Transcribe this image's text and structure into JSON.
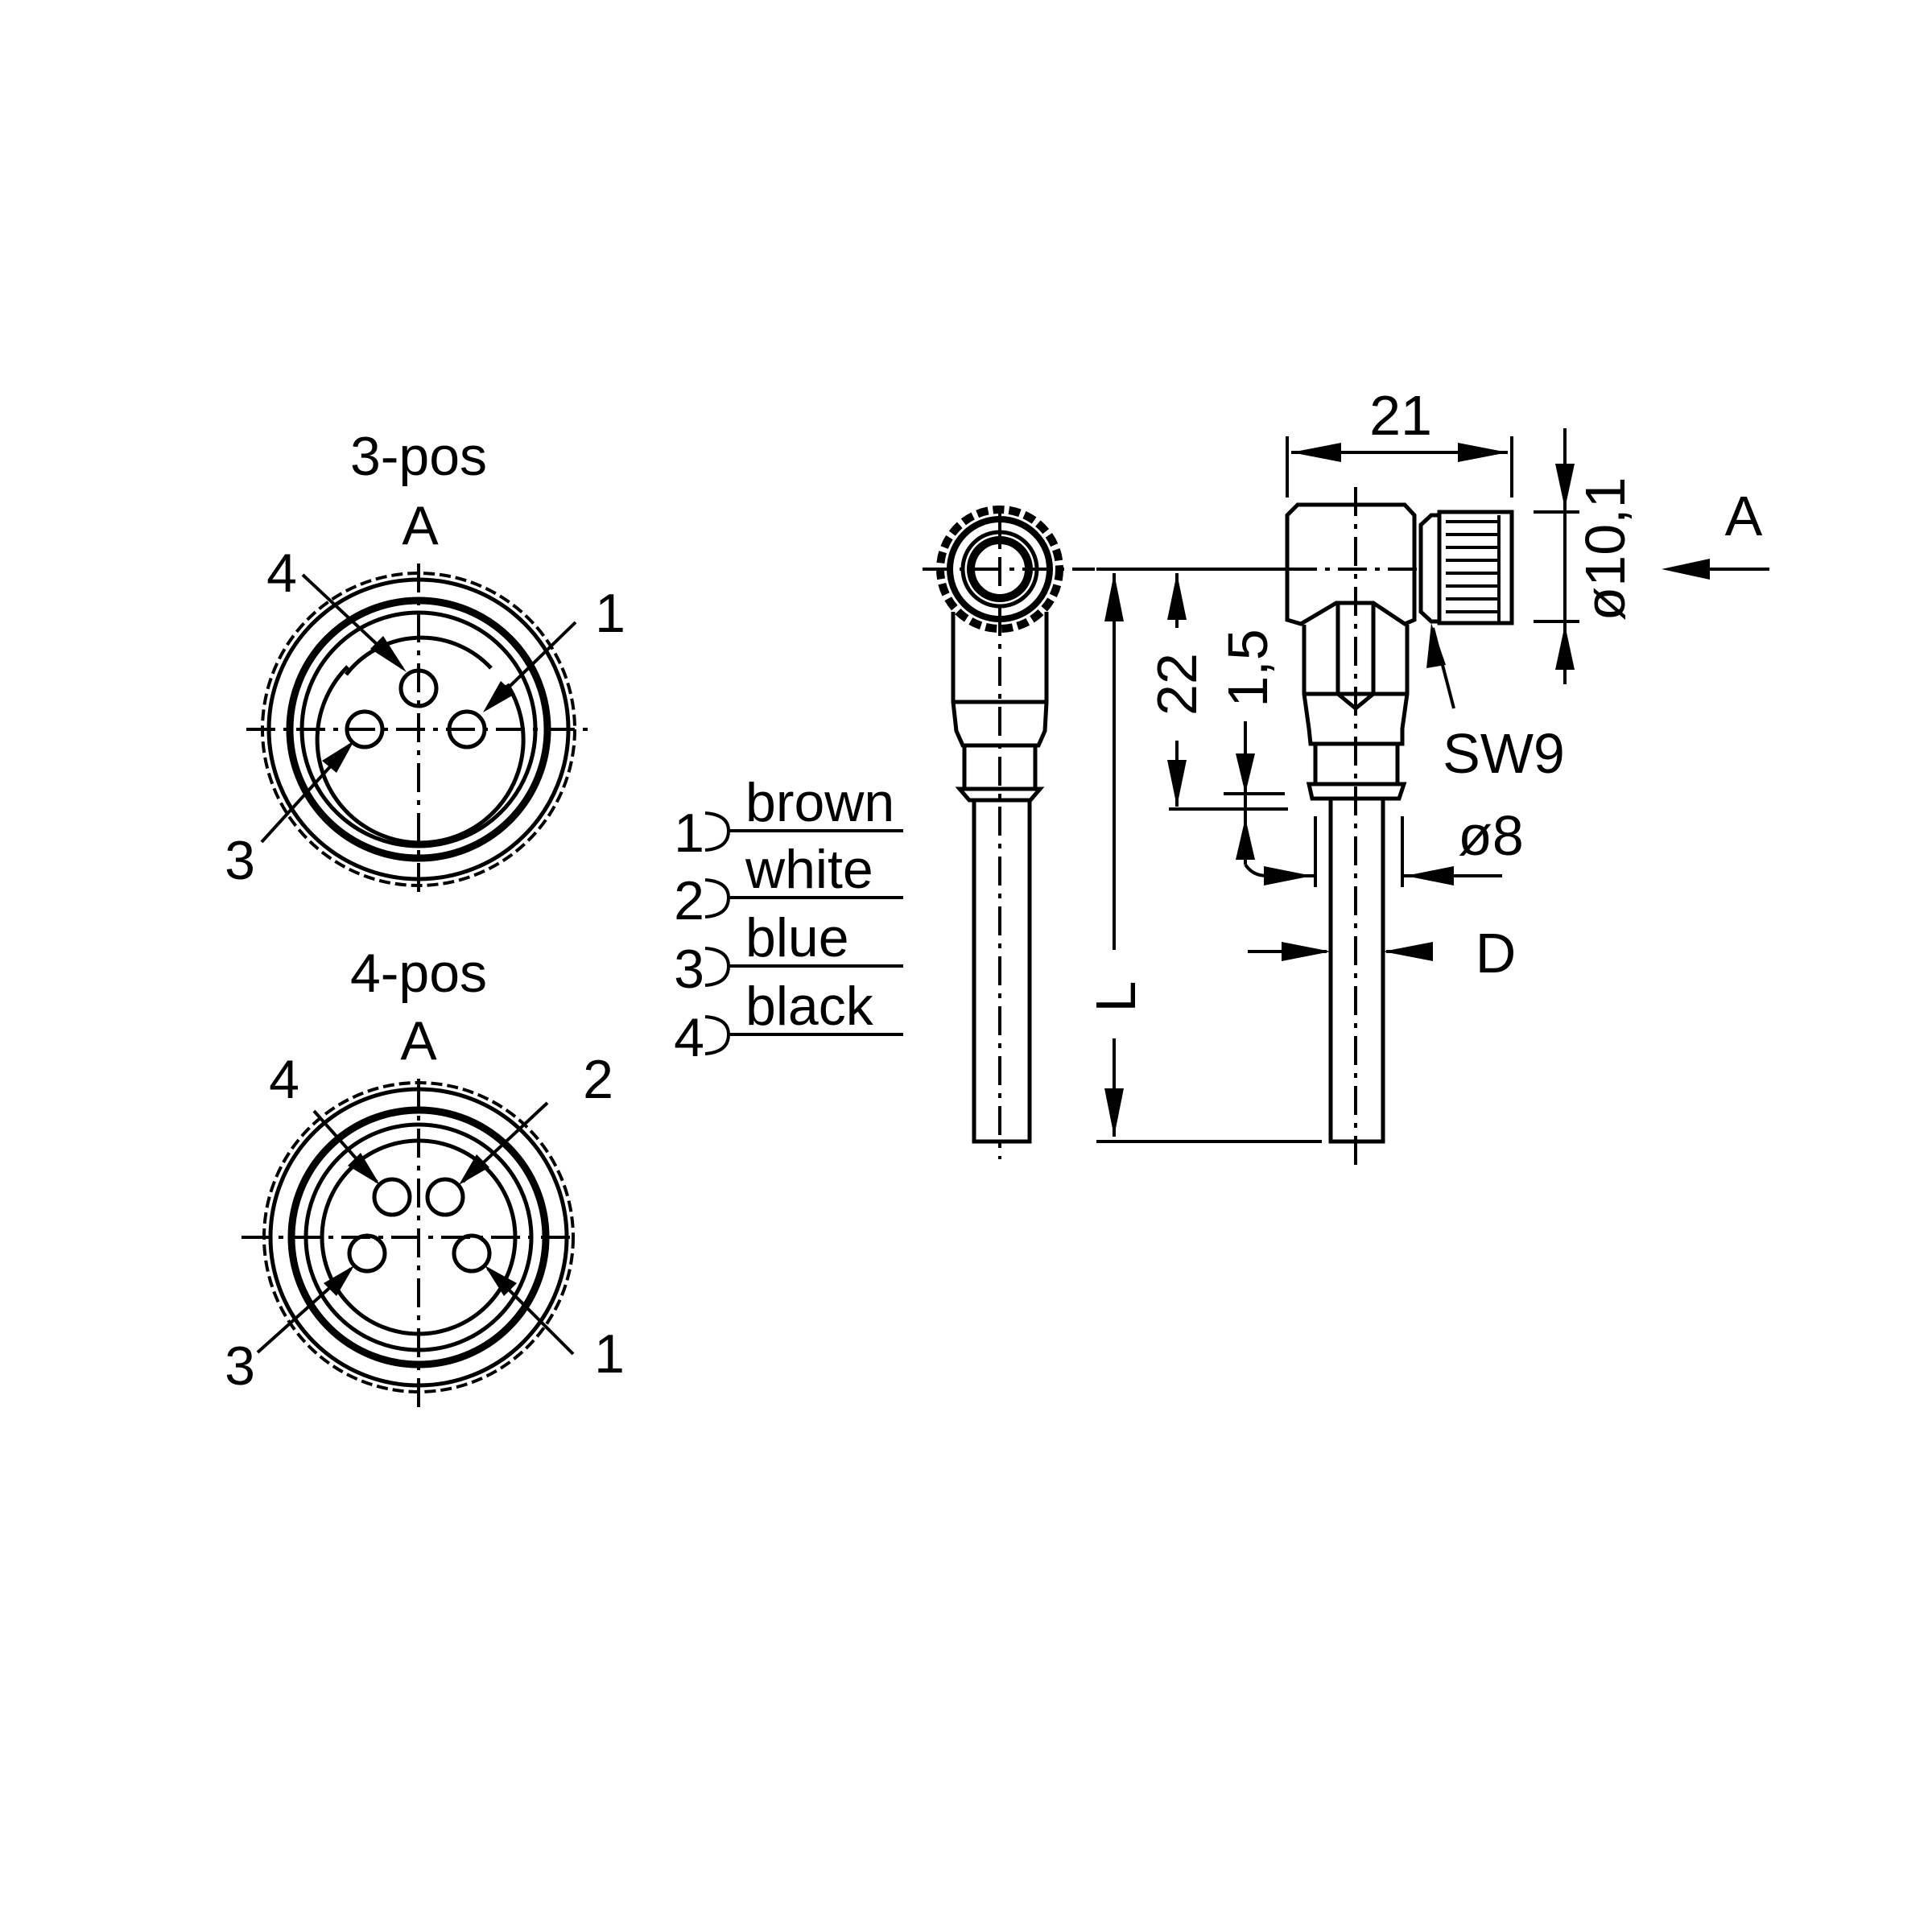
{
  "drawing": {
    "type": "technical-drawing",
    "subject": "M8 angled female connector with cable",
    "colors": {
      "line": "#000000",
      "background": "#ffffff"
    }
  },
  "front_views": [
    {
      "title": "3-pos",
      "view_label": "A",
      "pins": [
        {
          "number": "4",
          "position": "top"
        },
        {
          "number": "1",
          "position": "right"
        },
        {
          "number": "3",
          "position": "left"
        }
      ],
      "callouts": [
        "4",
        "1",
        "3"
      ]
    },
    {
      "title": "4-pos",
      "view_label": "A",
      "pins": [
        {
          "number": "4",
          "position": "top-left"
        },
        {
          "number": "2",
          "position": "top-right"
        },
        {
          "number": "3",
          "position": "bottom-left"
        },
        {
          "number": "1",
          "position": "bottom-right"
        }
      ],
      "callouts": [
        "4",
        "2",
        "3",
        "1"
      ]
    }
  ],
  "wire_legend": [
    {
      "pin": "1",
      "color": "brown"
    },
    {
      "pin": "2",
      "color": "white"
    },
    {
      "pin": "3",
      "color": "blue"
    },
    {
      "pin": "4",
      "color": "black"
    }
  ],
  "dimensions": {
    "width": "21",
    "nut_diameter": "ø10,1",
    "height": "22",
    "offset": "1,5",
    "cable_diameter": "ø8",
    "cable_d": "D",
    "cable_length": "L",
    "wrench_size": "SW9",
    "view_arrow": "A"
  }
}
